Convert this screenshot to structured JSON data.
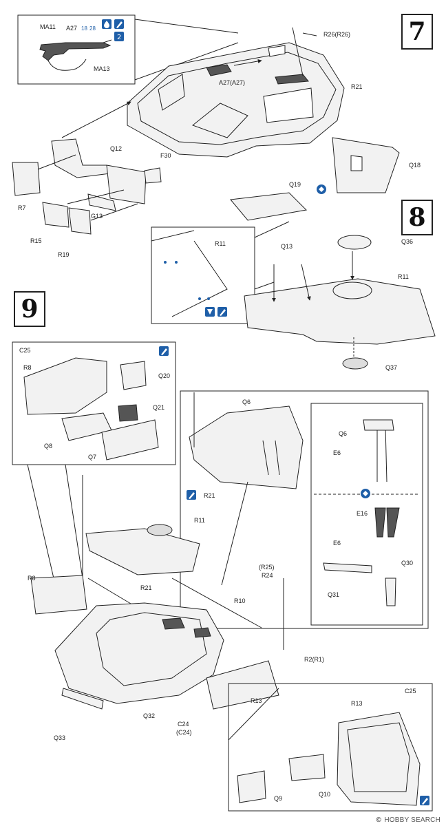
{
  "steps": {
    "s7": "7",
    "s8": "8",
    "s9": "9"
  },
  "labels": {
    "ma11": "MA11",
    "a27": "A27",
    "a27_sub1": "18",
    "a27_sub2": "28",
    "ma13": "MA13",
    "r26": "R26(R26)",
    "a27a27": "A27(A27)",
    "r21_top": "R21",
    "q12": "Q12",
    "f30": "F30",
    "r7": "R7",
    "g13": "G13",
    "r15": "R15",
    "r19": "R19",
    "q18": "Q18",
    "q19": "Q19",
    "q36": "Q36",
    "q13": "Q13",
    "r11_inset": "R11",
    "r11_s8": "R11",
    "q37": "Q37",
    "c25_l": "C25",
    "r8_l": "R8",
    "q20": "Q20",
    "q21": "Q21",
    "q8": "Q8",
    "q7": "Q7",
    "q6": "Q6",
    "q6_r": "Q6",
    "e6_r1": "E6",
    "r21_mid": "R21",
    "e16": "E16",
    "e6_r2": "E6",
    "q30": "Q30",
    "q31": "Q31",
    "r11_s9": "R11",
    "r8_s9": "R8",
    "r21_s9": "R21",
    "r25": "(R25)",
    "r24": "R24",
    "r10": "R10",
    "r2r1": "R2(R1)",
    "r13": "R13",
    "q32": "Q32",
    "c24": "C24",
    "c24b": "(C24)",
    "q33": "Q33",
    "r13_box": "R13",
    "c25_r": "C25",
    "q9": "Q9",
    "q10": "Q10"
  },
  "watermark": {
    "brand": "HOBBY SEARCH",
    "logo": "©"
  },
  "colors": {
    "ink": "#222222",
    "accent": "#1f5fa8",
    "panel": "#f2f2f2"
  },
  "icons": [
    "paint-drop-icon",
    "glue-brush-icon",
    "make-two-icon",
    "assembly-choice-icon",
    "cement-icon"
  ]
}
